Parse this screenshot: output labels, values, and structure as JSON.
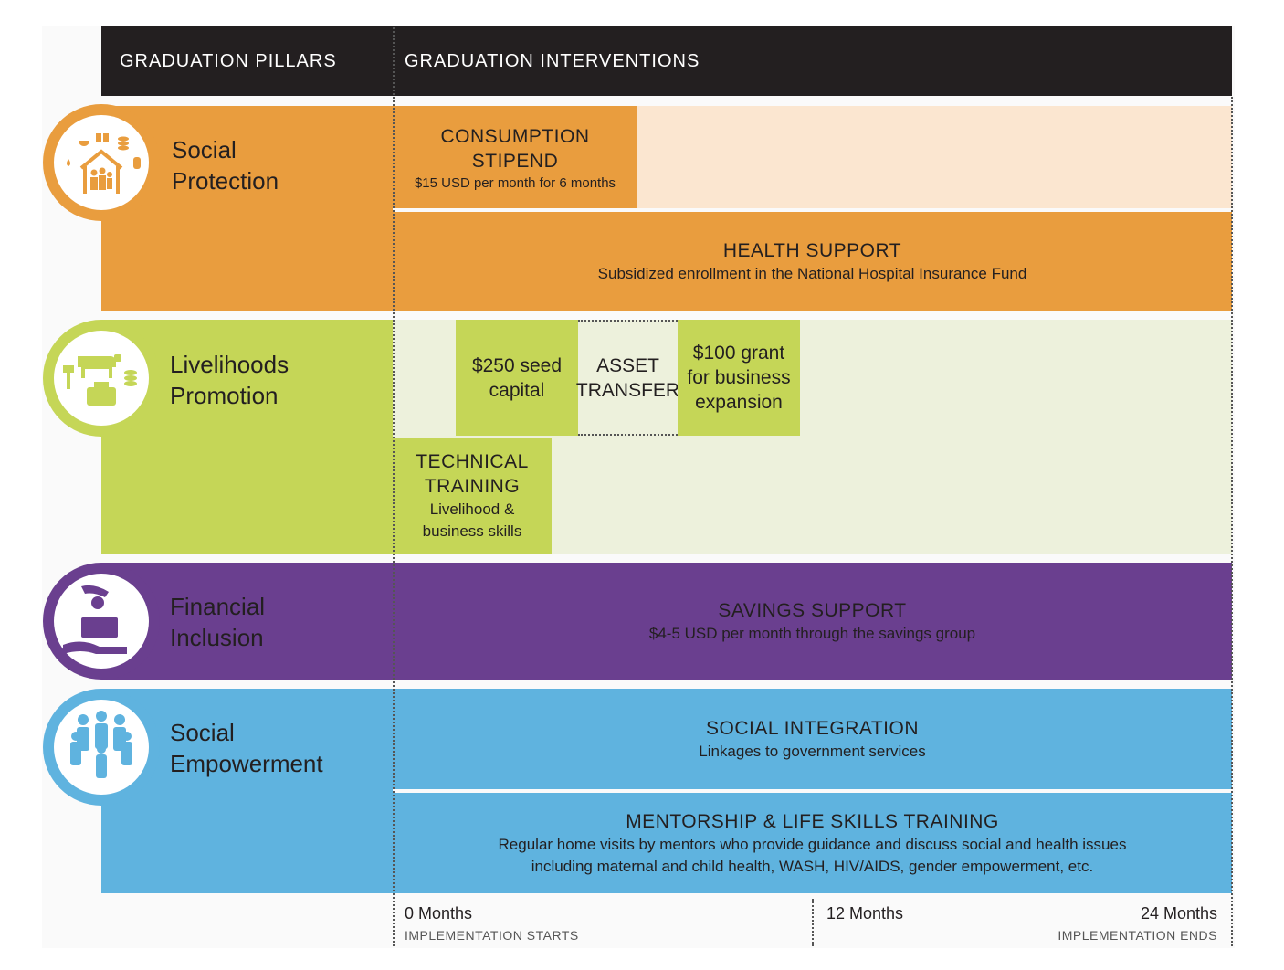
{
  "header": {
    "pillars_label": "GRADUATION PILLARS",
    "interventions_label": "GRADUATION INTERVENTIONS"
  },
  "pillars": [
    {
      "line1": "Social",
      "line2": "Protection",
      "color": "#e99d3e",
      "icon": "family-house-icon"
    },
    {
      "line1": "Livelihoods",
      "line2": "Promotion",
      "color": "#c5d657",
      "icon": "livestock-tools-icon"
    },
    {
      "line1": "Financial",
      "line2": "Inclusion",
      "color": "#6a3f8f",
      "icon": "hand-coin-money-icon"
    },
    {
      "line1": "Social",
      "line2": "Empowerment",
      "color": "#5fb3df",
      "icon": "community-people-icon"
    }
  ],
  "interventions": {
    "consumption": {
      "line1": "CONSUMPTION",
      "line2": "STIPEND",
      "sub": "$15 USD per month for 6 months"
    },
    "health": {
      "title": "HEALTH SUPPORT",
      "sub": "Subsidized enrollment in the National Hospital Insurance Fund"
    },
    "seed": {
      "line1": "$250 seed",
      "line2": "capital"
    },
    "asset": {
      "line1": "ASSET",
      "line2": "TRANSFER"
    },
    "grant": {
      "line1": "$100 grant",
      "line2": "for business",
      "line3": "expansion"
    },
    "training": {
      "line1": "TECHNICAL",
      "line2": "TRAINING",
      "line3": "Livelihood &",
      "line4": "business skills"
    },
    "savings": {
      "title": "SAVINGS SUPPORT",
      "sub": "$4-5 USD per month through the savings group"
    },
    "integration": {
      "title": "SOCIAL INTEGRATION",
      "sub": "Linkages to government services"
    },
    "mentorship": {
      "title": "MENTORSHIP & LIFE SKILLS TRAINING",
      "sub1": "Regular home visits by mentors who provide guidance and discuss social and health issues",
      "sub2": "including maternal and child health, WASH, HIV/AIDS, gender empowerment, etc."
    }
  },
  "timeline": {
    "start_label": "0 Months",
    "start_sub": "IMPLEMENTATION STARTS",
    "mid_label": "12 Months",
    "end_label": "24 Months",
    "end_sub": "IMPLEMENTATION ENDS"
  },
  "colors": {
    "orange": "#e99d3e",
    "orange_light": "#fbe6d0",
    "green": "#c5d657",
    "green_light": "#edf1dc",
    "purple": "#6a3f8f",
    "blue": "#5fb3df",
    "header": "#231f20"
  }
}
